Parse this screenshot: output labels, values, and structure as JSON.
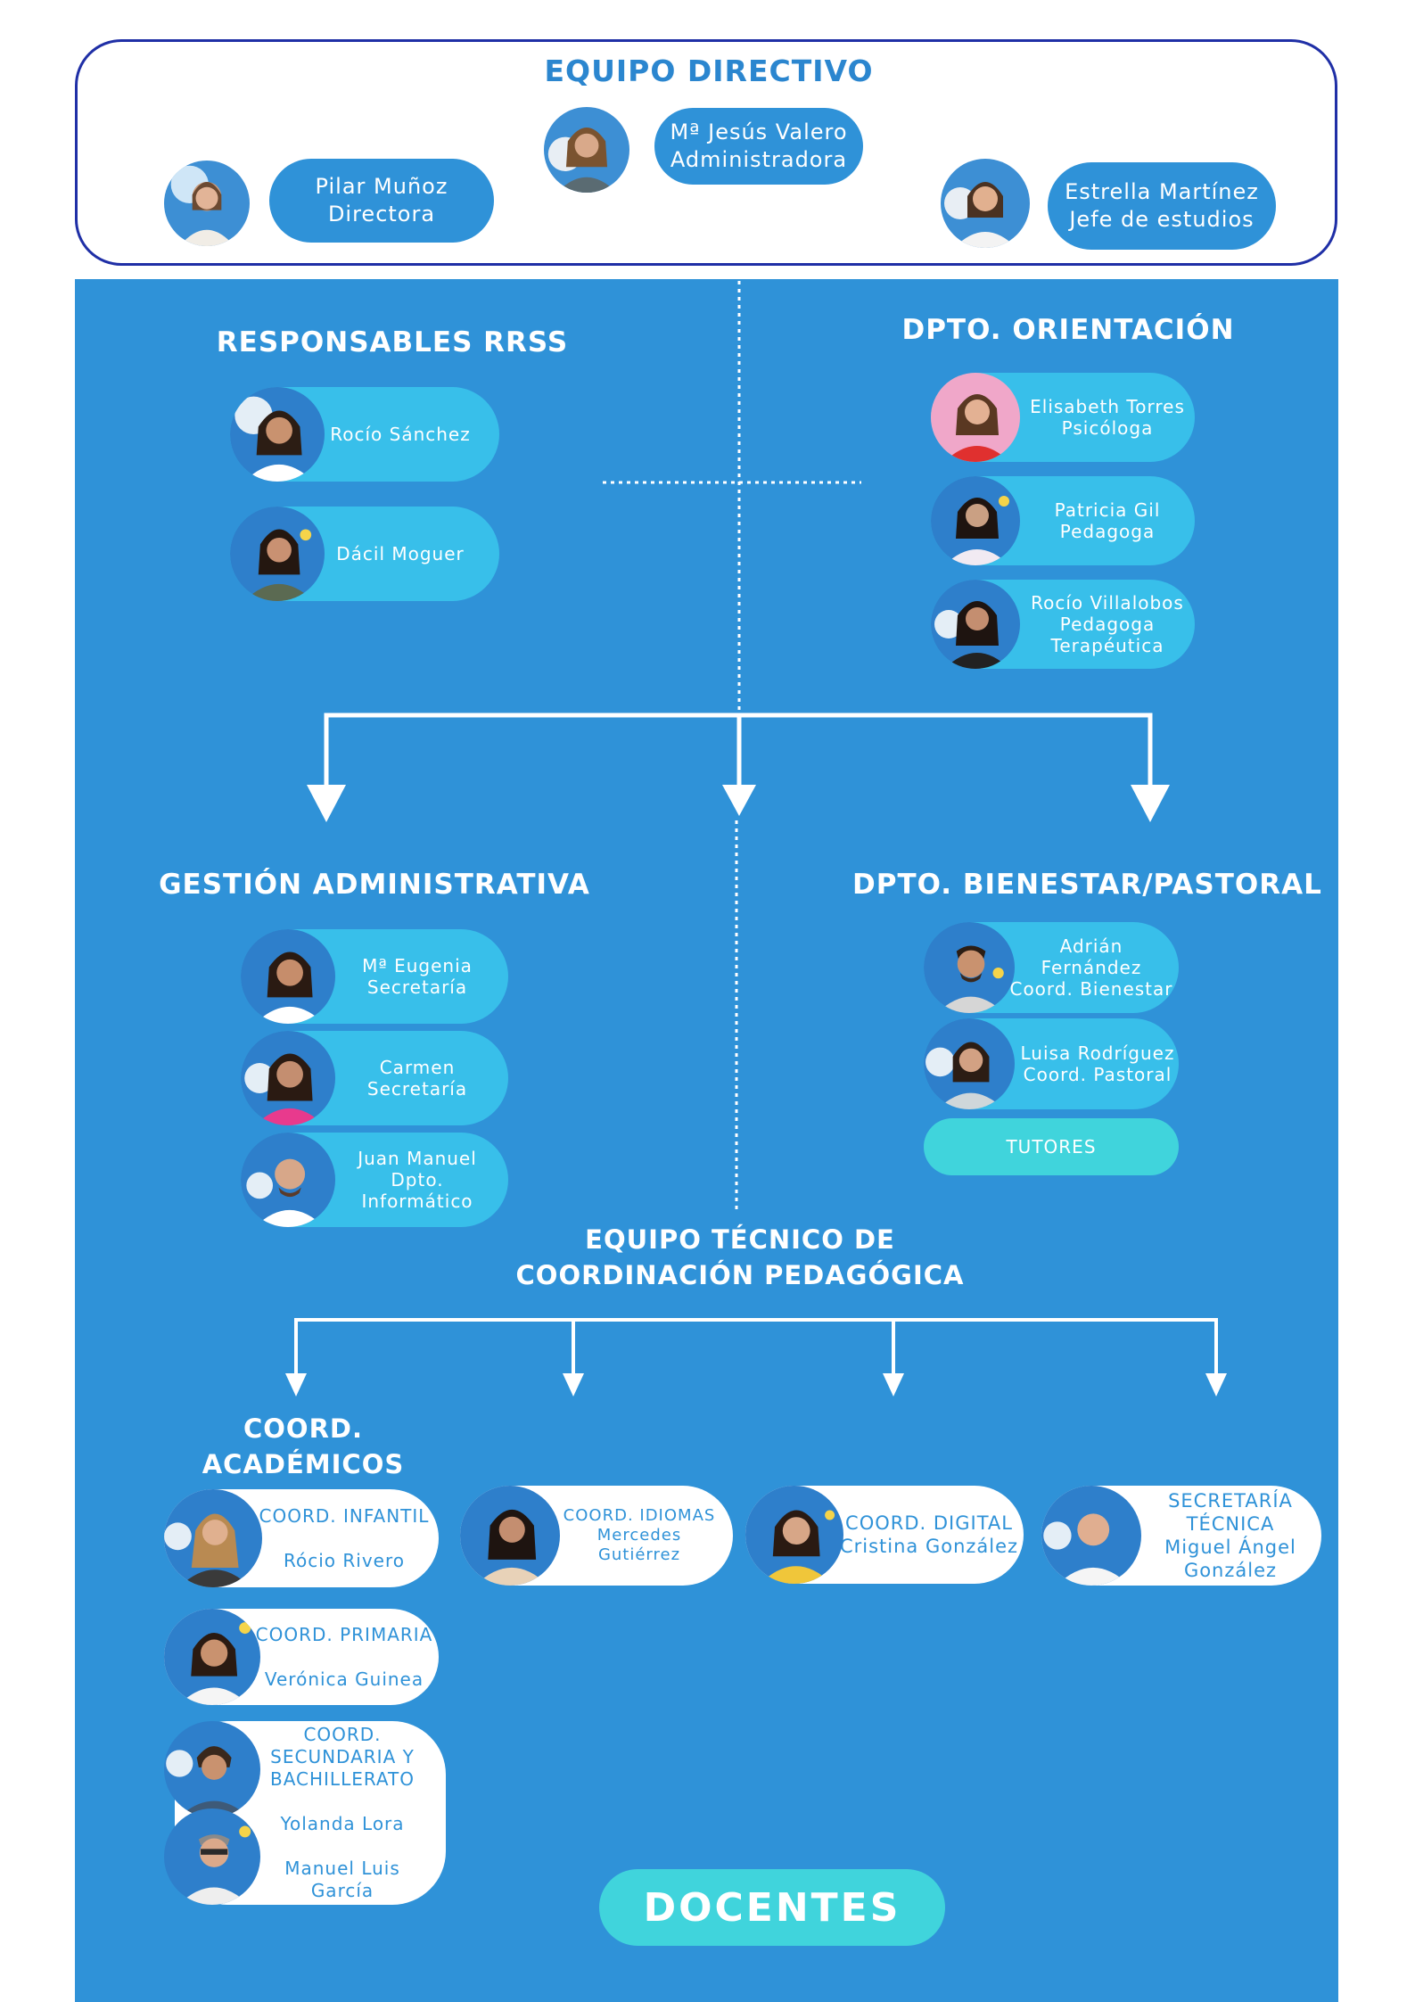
{
  "header": {
    "title": "EQUIPO DIRECTIVO",
    "members": [
      {
        "name": "Pilar Muñoz\nDirectora"
      },
      {
        "name": "Mª Jesús Valero\nAdministradora"
      },
      {
        "name": "Estrella Martínez\nJefe de estudios"
      }
    ]
  },
  "rrss": {
    "title": "RESPONSABLES RRSS",
    "members": [
      {
        "name": "Rocío Sánchez"
      },
      {
        "name": "Dácil Moguer"
      }
    ]
  },
  "orientacion": {
    "title": "DPTO. ORIENTACIÓN",
    "members": [
      {
        "name": "Elisabeth Torres\nPsicóloga"
      },
      {
        "name": "Patricia Gil\nPedagoga"
      },
      {
        "name": "Rocío Villalobos\nPedagoga\nTerapéutica"
      }
    ]
  },
  "gestion": {
    "title": "GESTIÓN ADMINISTRATIVA",
    "members": [
      {
        "name": "Mª Eugenia\nSecretaría"
      },
      {
        "name": "Carmen\nSecretaría"
      },
      {
        "name": "Juan Manuel\nDpto.\nInformático"
      }
    ]
  },
  "bienestar": {
    "title": "DPTO. BIENESTAR/PASTORAL",
    "members": [
      {
        "name": "Adrián\nFernández\nCoord. Bienestar"
      },
      {
        "name": "Luisa Rodríguez\nCoord. Pastoral"
      }
    ],
    "tutores": "TUTORES"
  },
  "etcp": {
    "title": "EQUIPO TÉCNICO DE\nCOORDINACIÓN PEDAGÓGICA"
  },
  "academicos": {
    "title": "COORD.\nACADÉMICOS",
    "infantil": "COORD. INFANTIL\n\nRócio Rivero",
    "primaria": "COORD. PRIMARIA\n\nVerónica Guinea",
    "secundaria": "COORD.\nSECUNDARIA Y\nBACHILLERATO\n\nYolanda Lora\n\nManuel Luis\nGarcía"
  },
  "idiomas": "COORD. IDIOMAS\nMercedes\nGutiérrez",
  "digital": "COORD. DIGITAL\nCristina González",
  "secretaria": "SECRETARÍA\nTÉCNICA\nMiguel Ángel\nGonzález",
  "docentes": "DOCENTES",
  "colors": {
    "panel": "#2f92d8",
    "pill_light": "#38bfea",
    "teal": "#40d4dc",
    "border": "#1f2fa6"
  }
}
